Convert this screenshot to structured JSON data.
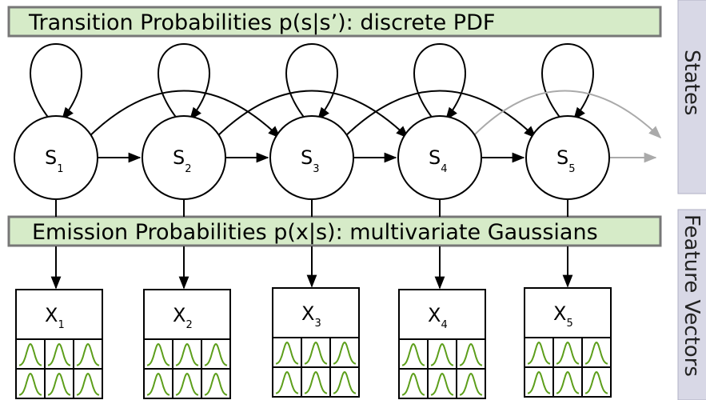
{
  "transition_banner": "Transition Probabilities p(s|s’): discrete PDF",
  "emission_banner": "Emission Probabilities p(x|s): multivariate Gaussians",
  "states_label": "States",
  "features_label": "Feature Vectors",
  "states": [
    {
      "letter": "S",
      "sub": "1"
    },
    {
      "letter": "S",
      "sub": "2"
    },
    {
      "letter": "S",
      "sub": "3"
    },
    {
      "letter": "S",
      "sub": "4"
    },
    {
      "letter": "S",
      "sub": "5"
    }
  ],
  "features": [
    {
      "letter": "X",
      "sub": "1"
    },
    {
      "letter": "X",
      "sub": "2"
    },
    {
      "letter": "X",
      "sub": "3"
    },
    {
      "letter": "X",
      "sub": "4"
    },
    {
      "letter": "X",
      "sub": "5"
    }
  ],
  "colors": {
    "banner_fill": "#d6ebc8",
    "banner_border": "#777777",
    "side_panel": "#d8d8e6",
    "gaussian": "#5c9e1a",
    "faded_arrow": "#aaaaaa"
  }
}
